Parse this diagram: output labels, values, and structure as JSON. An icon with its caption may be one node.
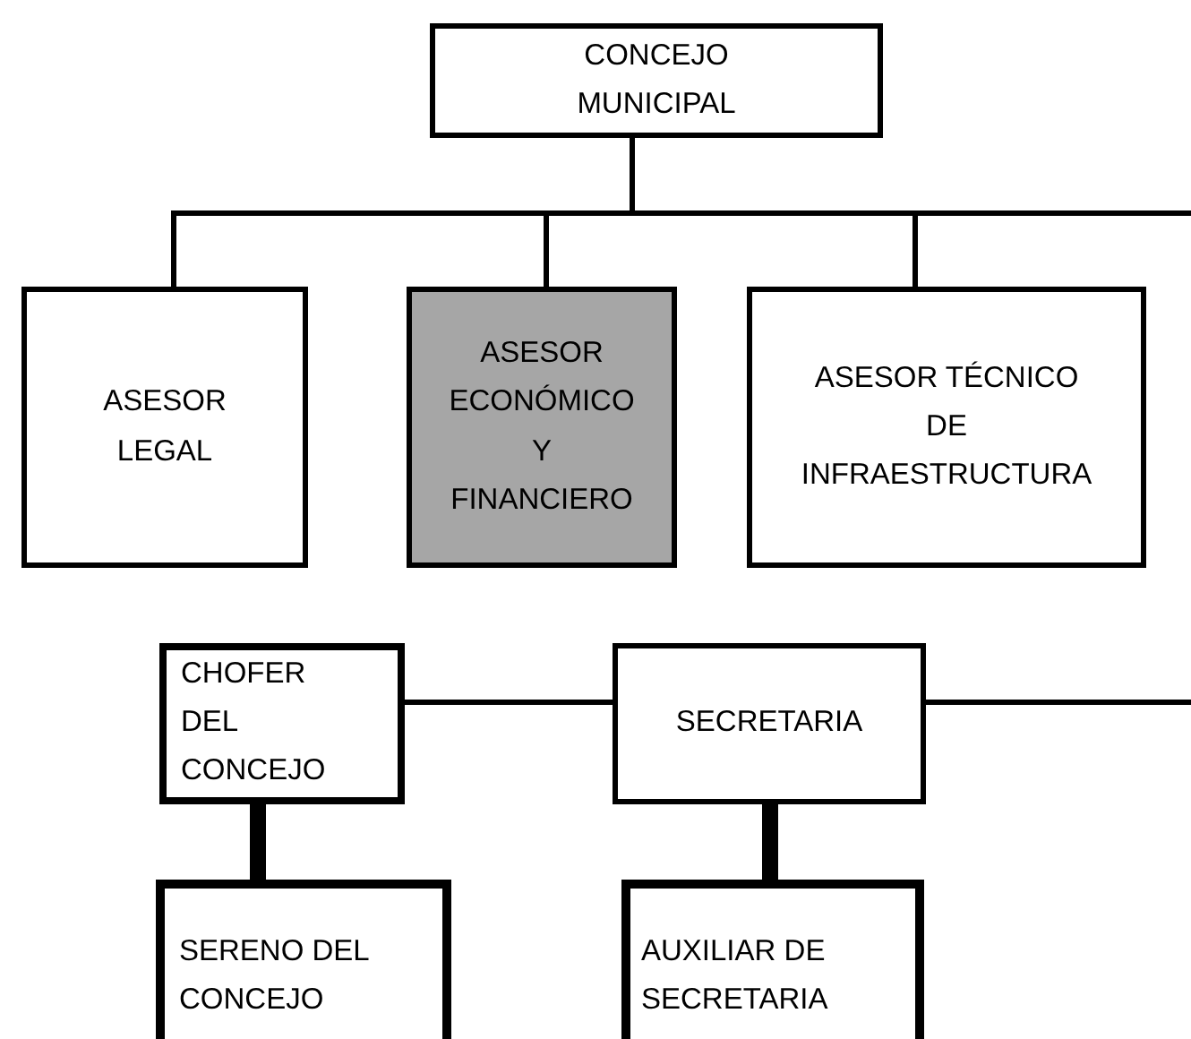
{
  "diagram": {
    "nodes": [
      {
        "text": [
          "CONCEJO MUNICIPAL"
        ]
      },
      {
        "text": [
          "ASESOR LEGAL"
        ]
      },
      {
        "text": [
          "ASESOR ECONÓMICO Y FINANCIERO"
        ]
      },
      {
        "text": [
          "ASESOR TÉCNICO DE INFRAESTRUCTURA"
        ]
      },
      {
        "text": [
          "CHOFER DEL CONCEJO"
        ]
      },
      {
        "text": [
          "SECRETARIA"
        ]
      },
      {
        "text": [
          "SERENO DEL CONCEJO"
        ]
      },
      {
        "text": [
          "AUXILIAR DE SECRETARIA"
        ]
      }
    ],
    "edges": [
      {
        "from": 0,
        "to": 1,
        "arrow": "none"
      },
      {
        "from": 0,
        "to": 2,
        "arrow": "none"
      },
      {
        "from": 0,
        "to": 3,
        "arrow": "none"
      },
      {
        "from": 0,
        "to": null,
        "arrow": "none"
      },
      {
        "from": 4,
        "to": 5,
        "arrow": "none"
      },
      {
        "from": 5,
        "to": null,
        "arrow": "none"
      },
      {
        "from": 4,
        "to": 6,
        "arrow": "none",
        "style": "thick"
      },
      {
        "from": 5,
        "to": 7,
        "arrow": "none",
        "style": "thick"
      }
    ]
  }
}
